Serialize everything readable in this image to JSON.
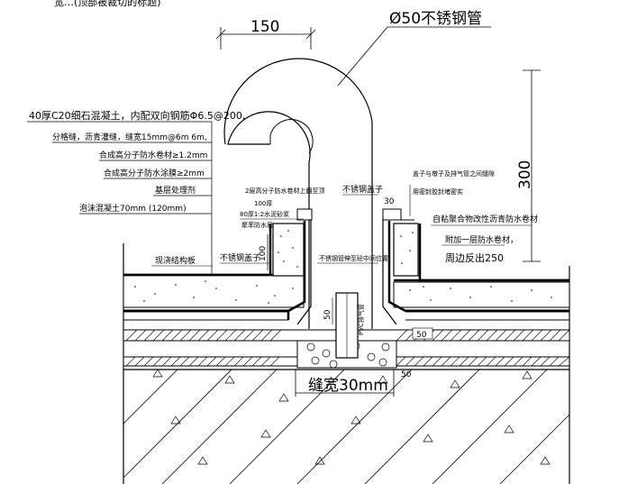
{
  "title": "宽…(顶部被裁切的标题)",
  "labels": {
    "pipe": "Ø50不锈钢管",
    "dim_150": "150",
    "dim_300": "300",
    "note1": "40厚C20细石混凝土，内配双向钢筋Φ6.5@200,",
    "note2": "分格缝，沥青灌缝，缝宽15mm@6m 6m,",
    "note3": "合成高分子防水卷材≥1.2mm",
    "note4": "合成高分子防水涂膜≥2mm",
    "note5": "基层处理剂",
    "note6": "泡沫混凝土70mm (120mm)",
    "inner1": "2层高分子防水卷材上翻至顶",
    "inner2": "100厚",
    "inner3": "80厚1:2水泥砂浆",
    "inner4": "聚苯防水层",
    "dim_100": "100",
    "structural_slab": "现浇结构板",
    "ss_cover": "不锈钢盖子",
    "ss_cover2": "不锈钢盖子",
    "dim_30": "30",
    "cap_note1": "盖子与墩子及排气管之间缝隙",
    "cap_note2": "用密封胶封堵密实",
    "self_adhesive": "自粘聚合物改性沥青防水卷材",
    "extra_layer": "附加一层防水卷材，",
    "upturn": "周边反出250",
    "pipe_through": "不锈钢管伸至砼中间位置",
    "pvc": "PVC排气管",
    "dim_50_v": "50",
    "dim_50_side": "50",
    "dim_50_bottom": "50",
    "gap": "缝宽30mm"
  }
}
